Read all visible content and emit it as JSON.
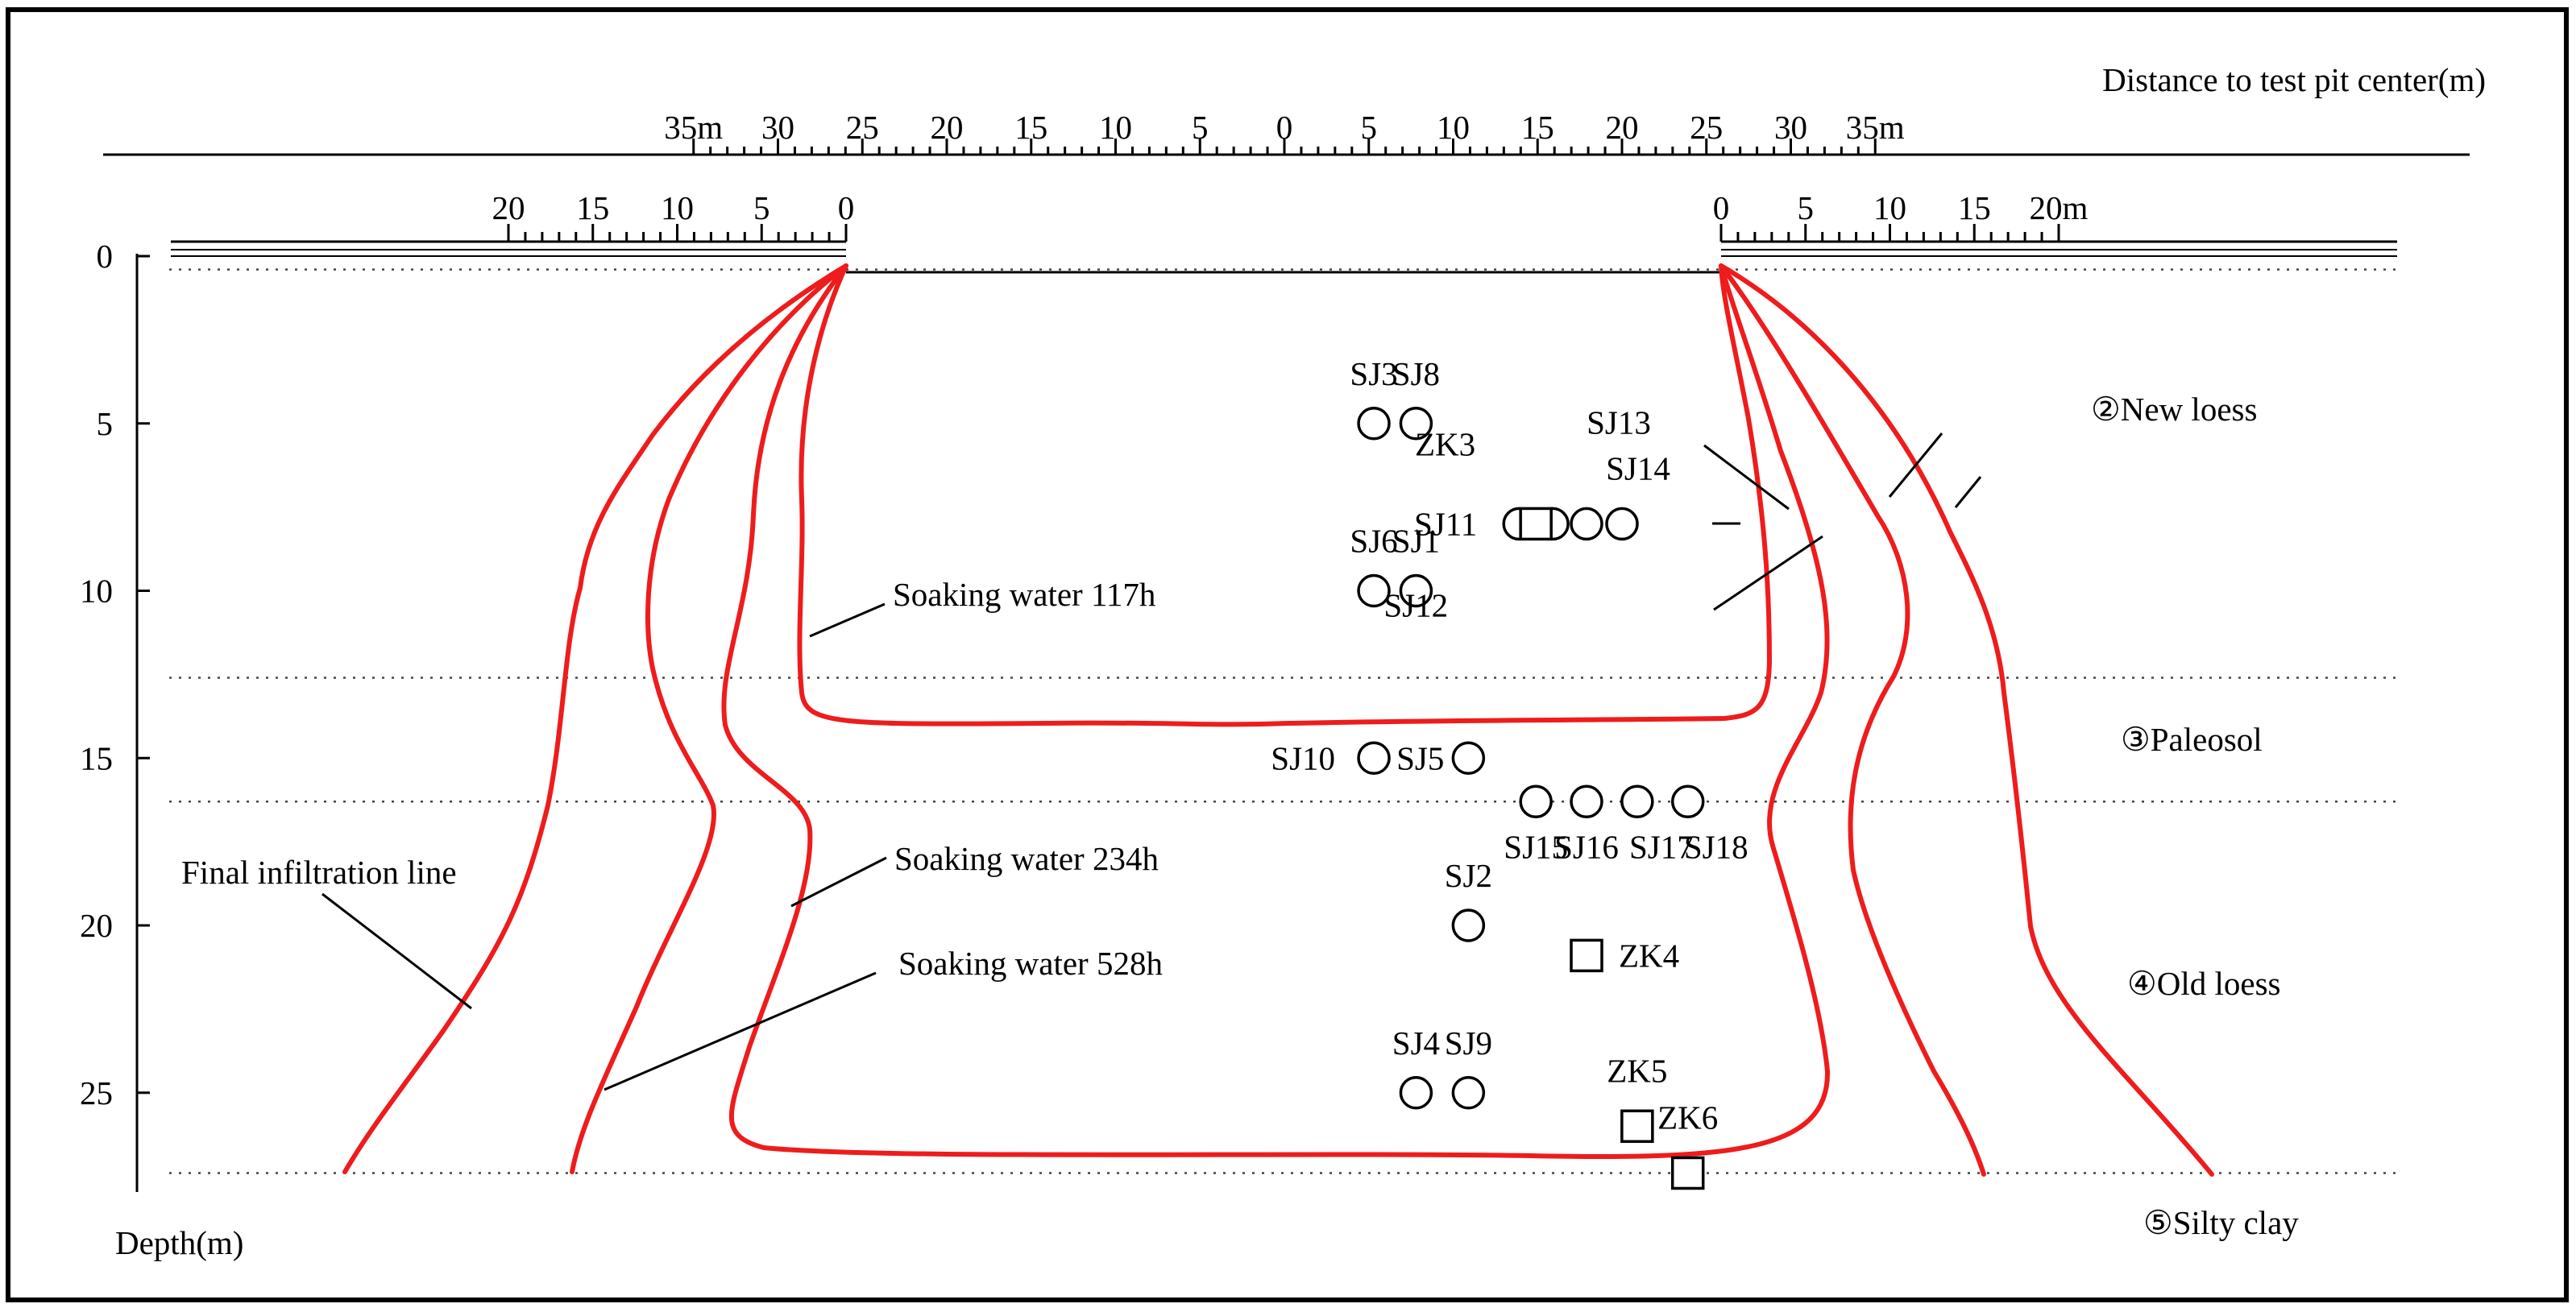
{
  "figure": {
    "top_axis": {
      "label": "Distance to test pit center(m)",
      "ticks": [
        {
          "value": -35,
          "label": "35m"
        },
        {
          "value": -30,
          "label": "30"
        },
        {
          "value": -25,
          "label": "25"
        },
        {
          "value": -20,
          "label": "20"
        },
        {
          "value": -15,
          "label": "15"
        },
        {
          "value": -10,
          "label": "10"
        },
        {
          "value": -5,
          "label": "5"
        },
        {
          "value": 0,
          "label": "0"
        },
        {
          "value": 5,
          "label": "5"
        },
        {
          "value": 10,
          "label": "10"
        },
        {
          "value": 15,
          "label": "15"
        },
        {
          "value": 20,
          "label": "20"
        },
        {
          "value": 25,
          "label": "25"
        },
        {
          "value": 30,
          "label": "30"
        },
        {
          "value": 35,
          "label": "35m"
        }
      ]
    },
    "left_edge_scale": {
      "ticks": [
        {
          "value": 20,
          "label": "20"
        },
        {
          "value": 15,
          "label": "15"
        },
        {
          "value": 10,
          "label": "10"
        },
        {
          "value": 5,
          "label": "5"
        },
        {
          "value": 0,
          "label": "0"
        }
      ]
    },
    "right_edge_scale": {
      "ticks": [
        {
          "value": 0,
          "label": "0"
        },
        {
          "value": 5,
          "label": "5"
        },
        {
          "value": 10,
          "label": "10"
        },
        {
          "value": 15,
          "label": "15"
        },
        {
          "value": 20,
          "label": "20m"
        }
      ]
    },
    "depth_axis": {
      "label": "Depth(m)",
      "ticks": [
        {
          "value": 0,
          "label": "0"
        },
        {
          "value": 5,
          "label": "5"
        },
        {
          "value": 10,
          "label": "10"
        },
        {
          "value": 15,
          "label": "15"
        },
        {
          "value": 20,
          "label": "20"
        },
        {
          "value": 25,
          "label": "25"
        }
      ]
    },
    "layer_boundary_depths_m": [
      0.4,
      12.6,
      16.3,
      27.4
    ],
    "layers": [
      {
        "label": "②New loess"
      },
      {
        "label": "③Paleosol"
      },
      {
        "label": "④Old loess"
      },
      {
        "label": "⑤Silty clay"
      }
    ],
    "infiltration_lines": [
      {
        "label": "Soaking water 117h"
      },
      {
        "label": "Soaking water 234h"
      },
      {
        "label": "Soaking water 528h"
      },
      {
        "label": "Final infiltration line"
      }
    ],
    "sensors": [
      {
        "id": "SJ3",
        "x": 5.3,
        "depth": 5
      },
      {
        "id": "SJ8",
        "x": 7.8,
        "depth": 5
      },
      {
        "id": "SJ6",
        "x": 5.3,
        "depth": 10
      },
      {
        "id": "SJ1",
        "x": 7.8,
        "depth": 10
      },
      {
        "id": "SJ10",
        "x": 5.3,
        "depth": 15
      },
      {
        "id": "SJ5",
        "x": 10.9,
        "depth": 15
      },
      {
        "id": "SJ2",
        "x": 10.9,
        "depth": 20
      },
      {
        "id": "SJ4",
        "x": 7.8,
        "depth": 25
      },
      {
        "id": "SJ9",
        "x": 10.9,
        "depth": 25
      },
      {
        "id": "SJ11",
        "x": 13.9,
        "depth": 8
      },
      {
        "id": "SJ12",
        "x": 15.9,
        "depth": 8
      },
      {
        "id": "SJ13",
        "x": 17.9,
        "depth": 8
      },
      {
        "id": "SJ14",
        "x": 20.0,
        "depth": 8
      },
      {
        "id": "SJ15",
        "x": 14.9,
        "depth": 16.3
      },
      {
        "id": "SJ16",
        "x": 17.9,
        "depth": 16.3
      },
      {
        "id": "SJ17",
        "x": 20.9,
        "depth": 16.3
      },
      {
        "id": "SJ18",
        "x": 23.9,
        "depth": 16.3
      }
    ],
    "boreholes": [
      {
        "id": "ZK3",
        "x": 14.9,
        "depth": 8
      },
      {
        "id": "ZK4",
        "x": 17.9,
        "depth": 20.9
      },
      {
        "id": "ZK5",
        "x": 20.9,
        "depth": 26
      },
      {
        "id": "ZK6",
        "x": 23.9,
        "depth": 27.4
      }
    ]
  }
}
